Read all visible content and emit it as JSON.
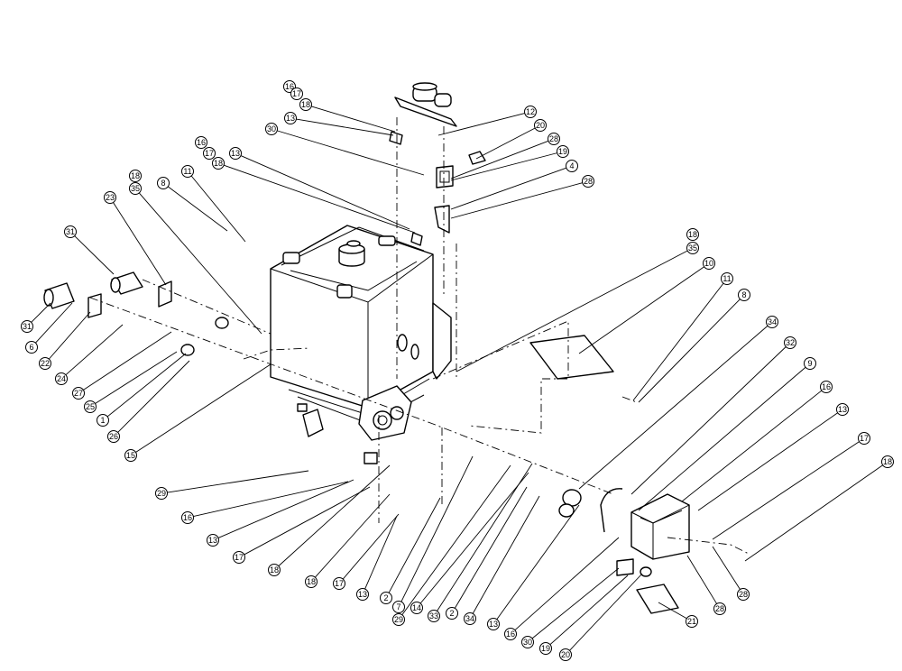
{
  "callouts": [
    {
      "label": "16"
    },
    {
      "label": "17"
    },
    {
      "label": "18"
    },
    {
      "label": "13"
    },
    {
      "label": "30"
    },
    {
      "label": "16"
    },
    {
      "label": "17"
    },
    {
      "label": "18"
    },
    {
      "label": "13"
    },
    {
      "label": "12"
    },
    {
      "label": "20"
    },
    {
      "label": "28"
    },
    {
      "label": "19"
    },
    {
      "label": "4"
    },
    {
      "label": "28"
    },
    {
      "label": "18"
    },
    {
      "label": "35"
    },
    {
      "label": "8"
    },
    {
      "label": "11"
    },
    {
      "label": "23"
    },
    {
      "label": "31"
    },
    {
      "label": "31"
    },
    {
      "label": "6"
    },
    {
      "label": "22"
    },
    {
      "label": "24"
    },
    {
      "label": "27"
    },
    {
      "label": "25"
    },
    {
      "label": "1"
    },
    {
      "label": "26"
    },
    {
      "label": "15"
    },
    {
      "label": "18"
    },
    {
      "label": "35"
    },
    {
      "label": "10"
    },
    {
      "label": "11"
    },
    {
      "label": "8"
    },
    {
      "label": "34"
    },
    {
      "label": "32"
    },
    {
      "label": "9"
    },
    {
      "label": "16"
    },
    {
      "label": "13"
    },
    {
      "label": "17"
    },
    {
      "label": "18"
    },
    {
      "label": "29"
    },
    {
      "label": "16"
    },
    {
      "label": "13"
    },
    {
      "label": "17"
    },
    {
      "label": "18"
    },
    {
      "label": "18"
    },
    {
      "label": "17"
    },
    {
      "label": "13"
    },
    {
      "label": "2"
    },
    {
      "label": "7"
    },
    {
      "label": "29"
    },
    {
      "label": "14"
    },
    {
      "label": "33"
    },
    {
      "label": "2"
    },
    {
      "label": "34"
    },
    {
      "label": "13"
    },
    {
      "label": "16"
    },
    {
      "label": "30"
    },
    {
      "label": "19"
    },
    {
      "label": "20"
    },
    {
      "label": "21"
    },
    {
      "label": "28"
    },
    {
      "label": "28"
    }
  ]
}
